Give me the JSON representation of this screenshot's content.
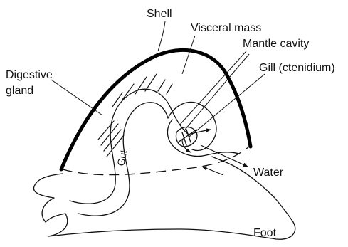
{
  "labels": {
    "shell": "Shell",
    "visceral_mass": "Visceral mass",
    "mantle_cavity": "Mantle cavity",
    "gill": "Gill (ctenidium)",
    "digestive_line1": "Digestive",
    "digestive_line2": "gland",
    "gut": "Gut",
    "water": "Water",
    "foot": "Foot"
  }
}
